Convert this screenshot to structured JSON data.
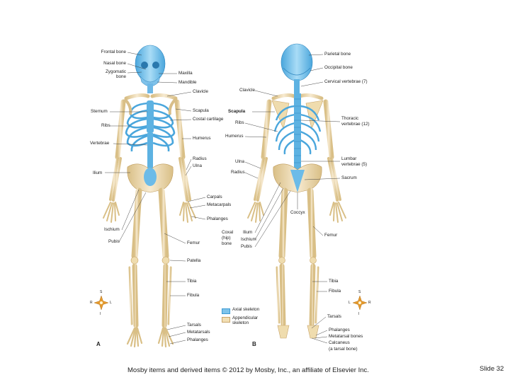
{
  "colors": {
    "axial": "#7ec3ea",
    "axial_dark": "#3d9bd3",
    "appendicular": "#f2dfb4",
    "appendicular_dark": "#c9a56a",
    "leader": "#333333"
  },
  "panels": {
    "a_letter": "A",
    "b_letter": "B"
  },
  "labels_a_left": [
    {
      "key": "frontal",
      "text": "Frontal bone"
    },
    {
      "key": "nasal",
      "text": "Nasal bone"
    },
    {
      "key": "zygomatic1",
      "text": "Zygomatic"
    },
    {
      "key": "zygomatic2",
      "text": "bone"
    },
    {
      "key": "sternum",
      "text": "Sternum"
    },
    {
      "key": "ribs",
      "text": "Ribs"
    },
    {
      "key": "vertebrae",
      "text": "Vertebrae"
    },
    {
      "key": "ilium",
      "text": "Ilium"
    },
    {
      "key": "ischium",
      "text": "Ischium"
    },
    {
      "key": "pubis",
      "text": "Pubis"
    }
  ],
  "labels_a_right": [
    {
      "key": "maxilla",
      "text": "Maxilla"
    },
    {
      "key": "mandible",
      "text": "Mandible"
    },
    {
      "key": "clavicle",
      "text": "Clavicle"
    },
    {
      "key": "scapula",
      "text": "Scapula"
    },
    {
      "key": "costal",
      "text": "Costal cartilage"
    },
    {
      "key": "humerus",
      "text": "Humerus"
    },
    {
      "key": "radius",
      "text": "Radius"
    },
    {
      "key": "ulna",
      "text": "Ulna"
    },
    {
      "key": "carpals",
      "text": "Carpals"
    },
    {
      "key": "metacarpals",
      "text": "Metacarpals"
    },
    {
      "key": "phalanges",
      "text": "Phalanges"
    },
    {
      "key": "femur",
      "text": "Femur"
    },
    {
      "key": "patella",
      "text": "Patella"
    },
    {
      "key": "tibia",
      "text": "Tibia"
    },
    {
      "key": "fibula",
      "text": "Fibula"
    },
    {
      "key": "tarsals",
      "text": "Tarsals"
    },
    {
      "key": "metatarsals",
      "text": "Metatarsals"
    },
    {
      "key": "phalanges_foot",
      "text": "Phalanges"
    }
  ],
  "labels_b_left": [
    {
      "key": "clavicle",
      "text": "Clavicle"
    },
    {
      "key": "scapula",
      "text": "Scapula"
    },
    {
      "key": "ribs",
      "text": "Ribs"
    },
    {
      "key": "humerus",
      "text": "Humerus"
    },
    {
      "key": "ulna",
      "text": "Ulna"
    },
    {
      "key": "radius",
      "text": "Radius"
    },
    {
      "key": "coxal1",
      "text": "Coxal"
    },
    {
      "key": "coxal2",
      "text": "(hip)"
    },
    {
      "key": "coxal3",
      "text": "bone"
    },
    {
      "key": "ilium",
      "text": "Ilium"
    },
    {
      "key": "ischium",
      "text": "Ischium"
    },
    {
      "key": "pubis",
      "text": "Pubis"
    }
  ],
  "labels_b_right": [
    {
      "key": "parietal",
      "text": "Parietal bone"
    },
    {
      "key": "occipital",
      "text": "Occipital bone"
    },
    {
      "key": "cervical",
      "text": "Cervical vertebrae (7)"
    },
    {
      "key": "thoracic1",
      "text": "Thoracic"
    },
    {
      "key": "thoracic2",
      "text": "vertebrae (12)"
    },
    {
      "key": "lumbar1",
      "text": "Lumbar"
    },
    {
      "key": "lumbar2",
      "text": "vertebrae (5)"
    },
    {
      "key": "sacrum",
      "text": "Sacrum"
    },
    {
      "key": "coccyx",
      "text": "Coccyx"
    },
    {
      "key": "femur",
      "text": "Femur"
    },
    {
      "key": "tibia",
      "text": "Tibia"
    },
    {
      "key": "fibula",
      "text": "Fibula"
    },
    {
      "key": "tarsals",
      "text": "Tarsals"
    },
    {
      "key": "phalanges",
      "text": "Phalanges"
    },
    {
      "key": "metatarsal",
      "text": "Metatarsal bones"
    },
    {
      "key": "calcaneus",
      "text": "Calcaneus"
    },
    {
      "key": "calcaneus_note",
      "text": "(a tarsal bone)"
    }
  ],
  "legend": {
    "axial": "Axial skeleton",
    "appendicular1": "Appendicular",
    "appendicular2": "skeleton"
  },
  "compass": {
    "n": "S",
    "s": "I",
    "w": "R",
    "e": "L",
    "w_b": "L",
    "e_b": "R"
  },
  "footer": "Mosby items and derived items © 2012 by Mosby, Inc., an affiliate of Elsevier Inc.",
  "slide_number": "Slide 32"
}
